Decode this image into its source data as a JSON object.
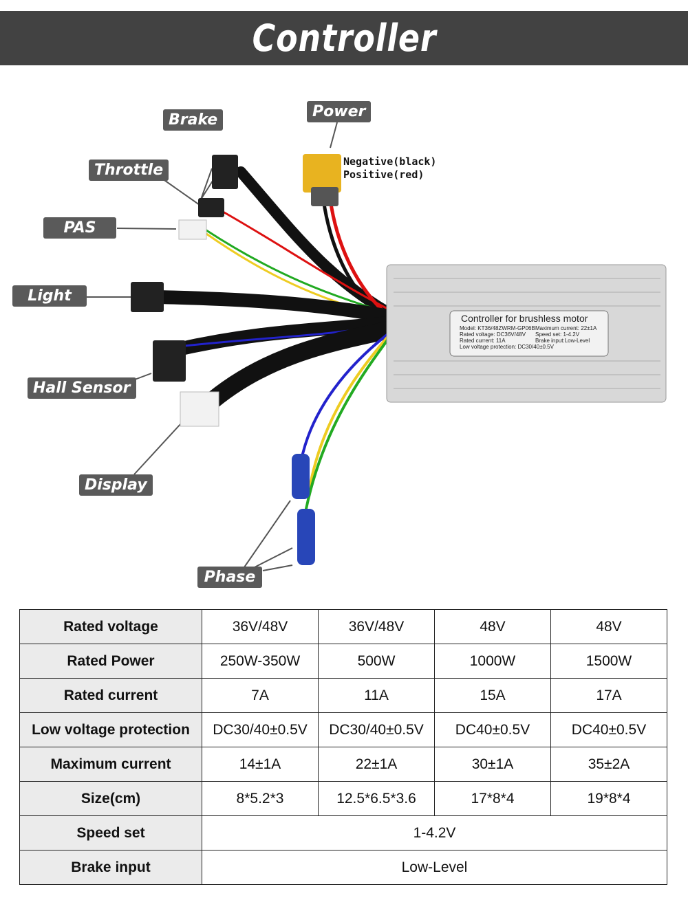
{
  "title": "Controller",
  "labels": {
    "brake": "Brake",
    "power": "Power",
    "throttle": "Throttle",
    "pas": "PAS",
    "light": "Light",
    "hall_sensor": "Hall Sensor",
    "display": "Display",
    "phase": "Phase"
  },
  "power_note": [
    "Negative(black)",
    "Positive(red)"
  ],
  "device_label": {
    "title": "Controller for brushless motor",
    "model_label": "Model:",
    "model": "KT36/48ZWRM-GP06B",
    "rated_voltage_label": "Rated voltage:",
    "rated_voltage": "DC36V/48V",
    "rated_current_label": "Rated current:",
    "rated_current": "11A",
    "low_voltage_label": "Low voltage protection:",
    "low_voltage": "DC30/40±0.5V",
    "max_current_label": "Maximum current:",
    "max_current": "22±1A",
    "speed_set_label": "Speed set:",
    "speed_set": "1-4.2V",
    "brake_input": "Brake input:Low-Level"
  },
  "specs": {
    "rows": [
      {
        "header": "Rated voltage",
        "values": [
          "36V/48V",
          "36V/48V",
          "48V",
          "48V"
        ]
      },
      {
        "header": "Rated Power",
        "values": [
          "250W-350W",
          "500W",
          "1000W",
          "1500W"
        ]
      },
      {
        "header": "Rated current",
        "values": [
          "7A",
          "11A",
          "15A",
          "17A"
        ]
      },
      {
        "header": "Low voltage protection",
        "values": [
          "DC30/40±0.5V",
          "DC30/40±0.5V",
          "DC40±0.5V",
          "DC40±0.5V"
        ]
      },
      {
        "header": "Maximum current",
        "values": [
          "14±1A",
          "22±1A",
          "30±1A",
          "35±2A"
        ]
      },
      {
        "header": "Size(cm)",
        "values": [
          "8*5.2*3",
          "12.5*6.5*3.6",
          "17*8*4",
          "19*8*4"
        ]
      },
      {
        "header": "Speed set",
        "values": [
          "1-4.2V"
        ]
      },
      {
        "header": "Brake input",
        "values": [
          "Low-Level"
        ]
      }
    ]
  },
  "colors": {
    "banner": "#424242",
    "tag": "#5a5a5a",
    "header_cell": "#ebebeb"
  }
}
